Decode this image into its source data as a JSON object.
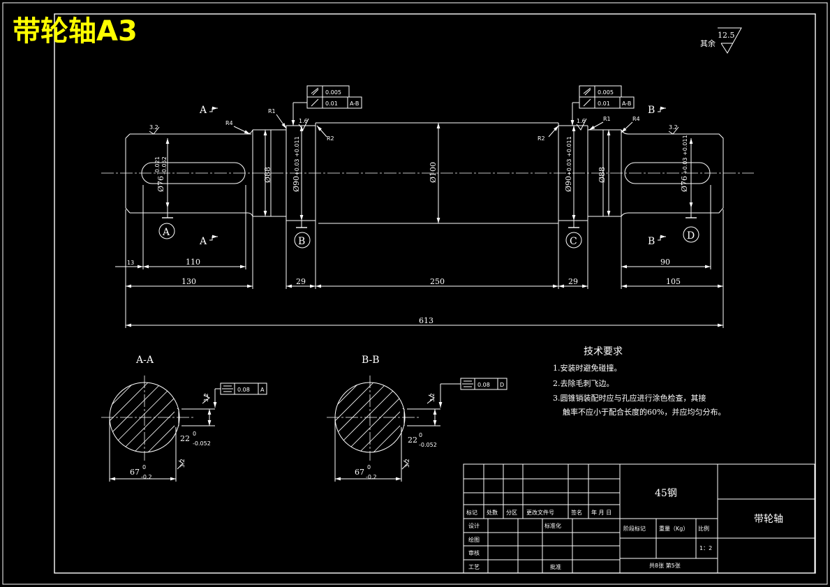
{
  "title": "带轮轴A3",
  "roughness_note": {
    "prefix": "其余",
    "value": "12.5"
  },
  "section_marks": {
    "a": "A",
    "b": "B"
  },
  "datums": {
    "a": "A",
    "b": "B",
    "c": "C",
    "d": "D"
  },
  "tolerance_frames": {
    "left": {
      "row1": "0.005",
      "row2_value": "0.01",
      "row2_datum": "A-B"
    },
    "right": {
      "row1": "0.005",
      "row2_value": "0.01",
      "row2_datum": "A-B"
    }
  },
  "radii": {
    "r1_left": "R1",
    "r4_left": "R4",
    "r2_left": "R2",
    "r2_right": "R2",
    "r1_right": "R1",
    "r4_right": "R4"
  },
  "roughness": {
    "left_end": "3.2",
    "left_bearing": "1.6",
    "right_bearing": "1.6",
    "right_end": "3.2"
  },
  "diameters": {
    "d76_left": "Ø76",
    "d76_left_tol_up": "-0.021",
    "d76_left_tol_dn": "-0.052",
    "d88_left": "Ø88",
    "d90_left": "Ø90",
    "d90_left_tol": "+0.03 +0.011",
    "d100": "Ø100",
    "d90_right": "Ø90",
    "d90_right_tol": "+0.03 +0.011",
    "d88_right": "Ø88",
    "d76_right": "Ø76",
    "d76_right_tol": "+0.03 +0.011"
  },
  "dims": {
    "d13": "13",
    "d110": "110",
    "d130": "130",
    "d29a": "29",
    "d250": "250",
    "d29b": "29",
    "d90": "90",
    "d105": "105",
    "d613": "613"
  },
  "section_views": {
    "aa": {
      "label": "A-A",
      "tol_value": "0.08",
      "tol_datum": "A",
      "width": "22",
      "width_tol_up": "0",
      "width_tol_dn": "-0.052",
      "depth": "67",
      "depth_tol_up": "0",
      "depth_tol_dn": "-0.2",
      "rough1": "3.2",
      "rough2": "3.2"
    },
    "bb": {
      "label": "B-B",
      "tol_value": "0.08",
      "tol_datum": "D",
      "width": "22",
      "width_tol_up": "0",
      "width_tol_dn": "-0.052",
      "depth": "67",
      "depth_tol_up": "0",
      "depth_tol_dn": "-0.2",
      "rough1": "3.2",
      "rough2": "3.2"
    }
  },
  "tech_requirements": {
    "heading": "技术要求",
    "items": [
      "1.安装时避免碰撞。",
      "2.去除毛刺飞边。",
      "3.圆锥销装配时应与孔应进行涂色检查，其接",
      "触率不应小于配合长度的60%，并应均匀分布。"
    ]
  },
  "title_block": {
    "material": "45钢",
    "part_name": "带轮轴",
    "headers": [
      "标记",
      "处数",
      "分区",
      "更改文件号",
      "签名",
      "年 月 日"
    ],
    "design": "设计",
    "standardize": "标准化",
    "drawing": "绘图",
    "review": "审核",
    "process": "工艺",
    "approve": "批准",
    "stage_mark": "阶段标记",
    "weight": "重量（Kg）",
    "scale_label": "比例",
    "scale": "1：2",
    "sheets": "共8张 第5张"
  }
}
